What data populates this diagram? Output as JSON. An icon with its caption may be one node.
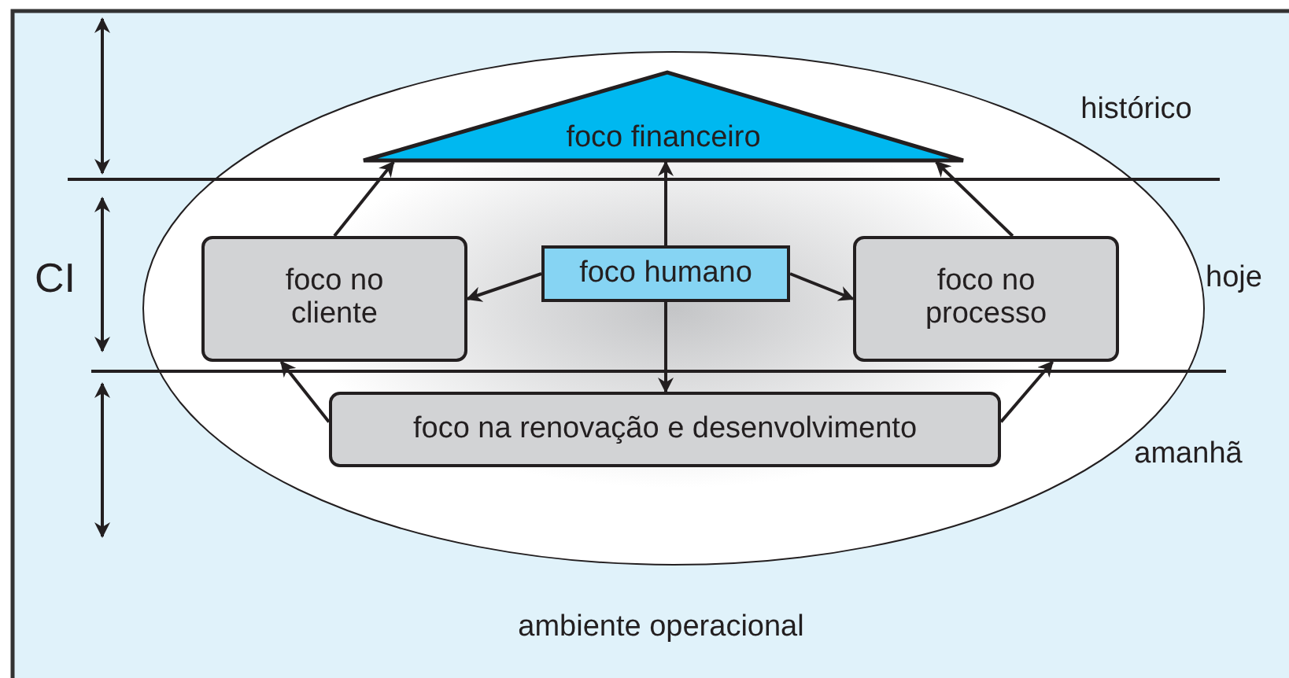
{
  "diagram": {
    "nodes": [
      {
        "text": [
          "foco financeiro"
        ]
      },
      {
        "text": [
          "foco no cliente"
        ]
      },
      {
        "text": [
          "foco humano"
        ]
      },
      {
        "text": [
          "foco no processo"
        ]
      },
      {
        "text": [
          "foco na renovação e desenvolvimento"
        ]
      }
    ],
    "edges": [
      {
        "from": 1,
        "to": 0,
        "arrow": "to"
      },
      {
        "from": 3,
        "to": 0,
        "arrow": "to"
      },
      {
        "from": 2,
        "to": 1,
        "arrow": "to"
      },
      {
        "from": 2,
        "to": 3,
        "arrow": "to"
      },
      {
        "from": 2,
        "to": 0,
        "arrow": "to"
      },
      {
        "from": 2,
        "to": 4,
        "arrow": "to"
      },
      {
        "from": 4,
        "to": 1,
        "arrow": "to"
      },
      {
        "from": 4,
        "to": 3,
        "arrow": "to"
      }
    ],
    "labels": [
      "histórico",
      "CI",
      "hoje",
      "amanhã",
      "ambiente operacional"
    ]
  }
}
